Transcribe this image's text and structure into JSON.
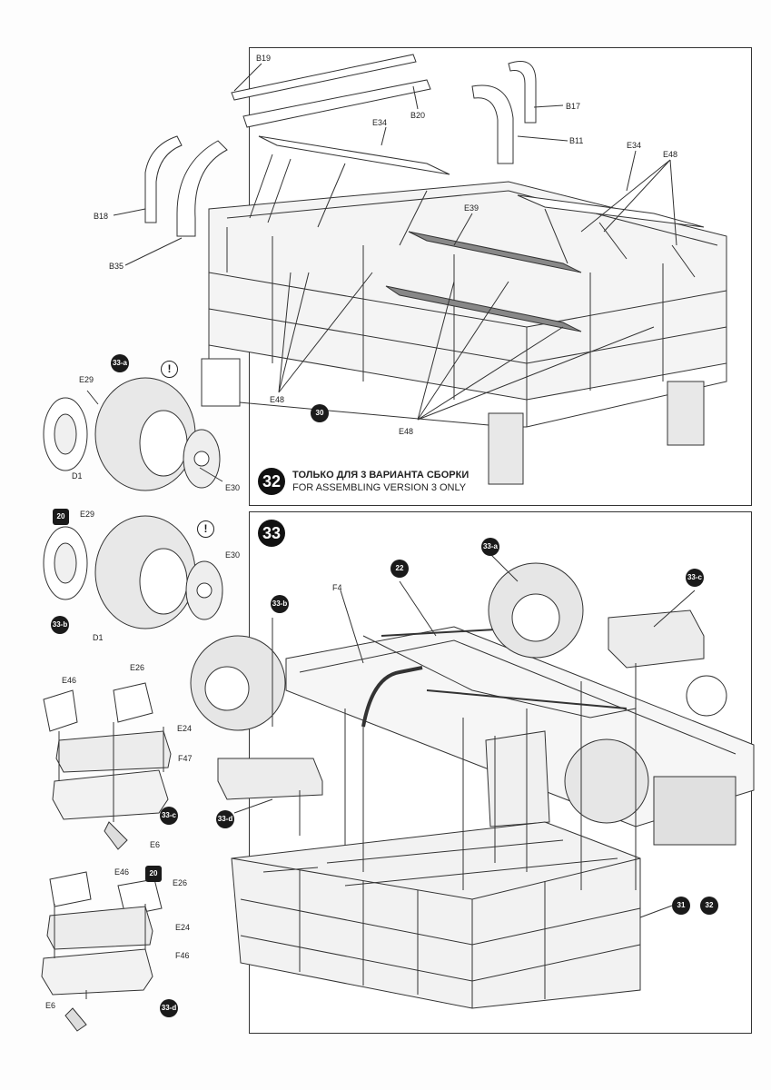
{
  "steps": {
    "s32": {
      "number": "32",
      "caption_ru": "ТОЛЬКО ДЛЯ 3 ВАРИАНТА СБОРКИ",
      "caption_en": "FOR ASSEMBLING VERSION 3 ONLY",
      "parts": {
        "B19": "B19",
        "B20": "B20",
        "B17": "B17",
        "B11": "B11",
        "B18": "B18",
        "B35": "B35",
        "E34a": "E34",
        "E34b": "E34",
        "E48a": "E48",
        "E48b": "E48",
        "E48c": "E48",
        "E39": "E39"
      },
      "ref_30": "30"
    },
    "s33": {
      "number": "33",
      "parts": {
        "F4": "F4"
      },
      "refs": {
        "a1": "33-a",
        "b1": "33-b",
        "c1": "33-c",
        "d1": "33-d",
        "n22": "22",
        "n31": "31",
        "n32": "32"
      }
    }
  },
  "sub": {
    "a": {
      "ref": "33-a",
      "E29": "E29",
      "D1": "D1",
      "E30": "E30",
      "warn": "!"
    },
    "b": {
      "ref": "33-b",
      "E29": "E29",
      "D1": "D1",
      "E30": "E30",
      "warn": "!",
      "star": "20"
    },
    "c": {
      "ref": "33-c",
      "E46": "E46",
      "E26": "E26",
      "E24": "E24",
      "F47": "F47",
      "E6": "E6"
    },
    "d": {
      "ref": "33-d",
      "E46": "E46",
      "E26": "E26",
      "E24": "E24",
      "F46": "F46",
      "E6": "E6",
      "star": "20"
    }
  }
}
